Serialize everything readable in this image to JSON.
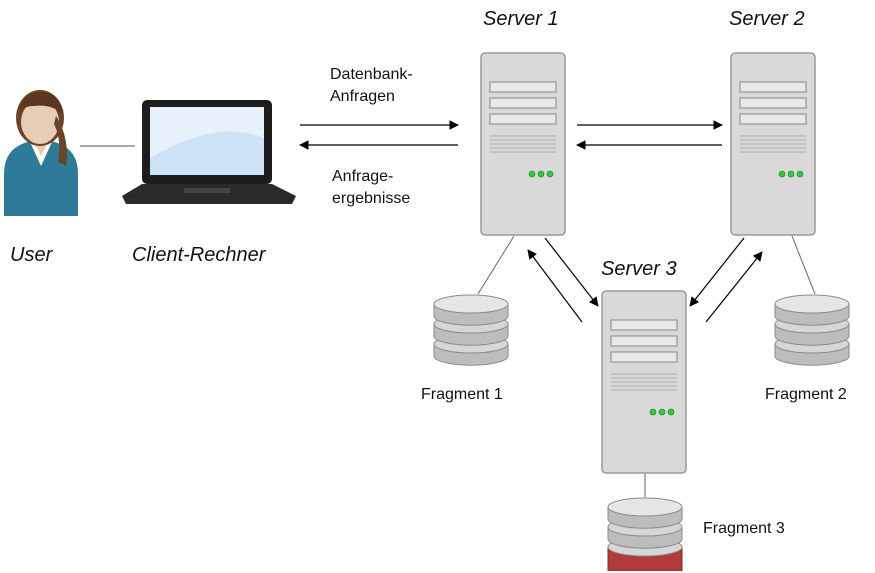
{
  "nodes": {
    "user": "User",
    "client": "Client-Rechner",
    "server1": "Server 1",
    "server2": "Server 2",
    "server3": "Server 3"
  },
  "edges": {
    "request_line1": "Datenbank-",
    "request_line2": "Anfragen",
    "result_line1": "Anfrage-",
    "result_line2": "ergebnisse"
  },
  "fragments": {
    "f1": "Fragment 1",
    "f2": "Fragment 2",
    "f3": "Fragment 3"
  },
  "colors": {
    "server_body": "#d9d9d9",
    "led": "#2ecc40",
    "db_top": "#e6e6e6",
    "user_shirt": "#2e7b99",
    "laptop_screen": "#cfe3f7"
  }
}
